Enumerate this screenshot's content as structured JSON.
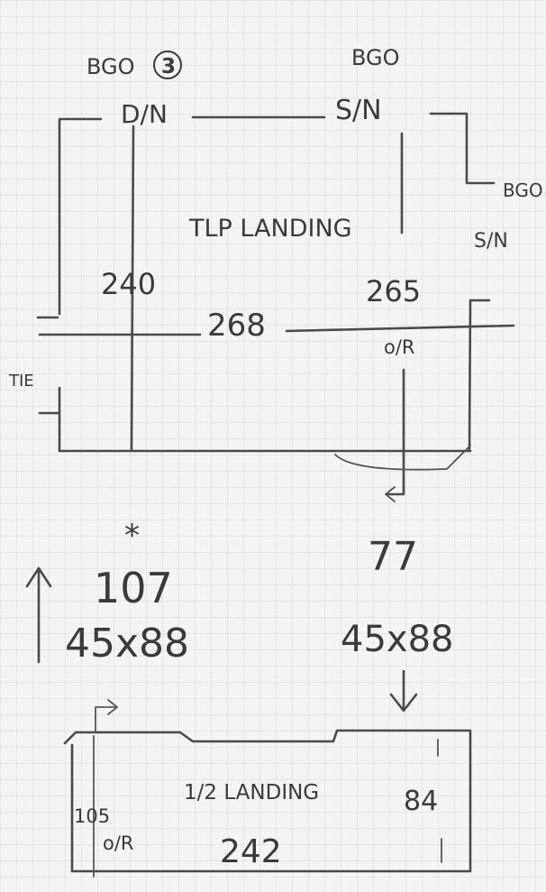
{
  "colors": {
    "paper": "#f4f4f2",
    "grid": "#d4d7db",
    "pencil": "#3a3a3a"
  },
  "top_sketch": {
    "title": "TLP LANDING",
    "brace_left": "BGO",
    "brace_left_number": "3",
    "dim_left_top": "D/N",
    "brace_middle": "BGO",
    "dim_middle_top": "S/N",
    "brace_right": "BGO",
    "dim_right_top": "S/N",
    "tie_label": "TIE",
    "dim_240": "240",
    "dim_265": "265",
    "dim_268": "268",
    "or_label": "o/R"
  },
  "left_member": {
    "star": "*",
    "number": "107",
    "size": "45x88"
  },
  "right_member": {
    "number": "77",
    "size": "45x88"
  },
  "bottom_sketch": {
    "title": "1/2 LANDING",
    "dim_105": "105",
    "or_label": "o/R",
    "dim_242": "242",
    "dim_84": "84"
  }
}
